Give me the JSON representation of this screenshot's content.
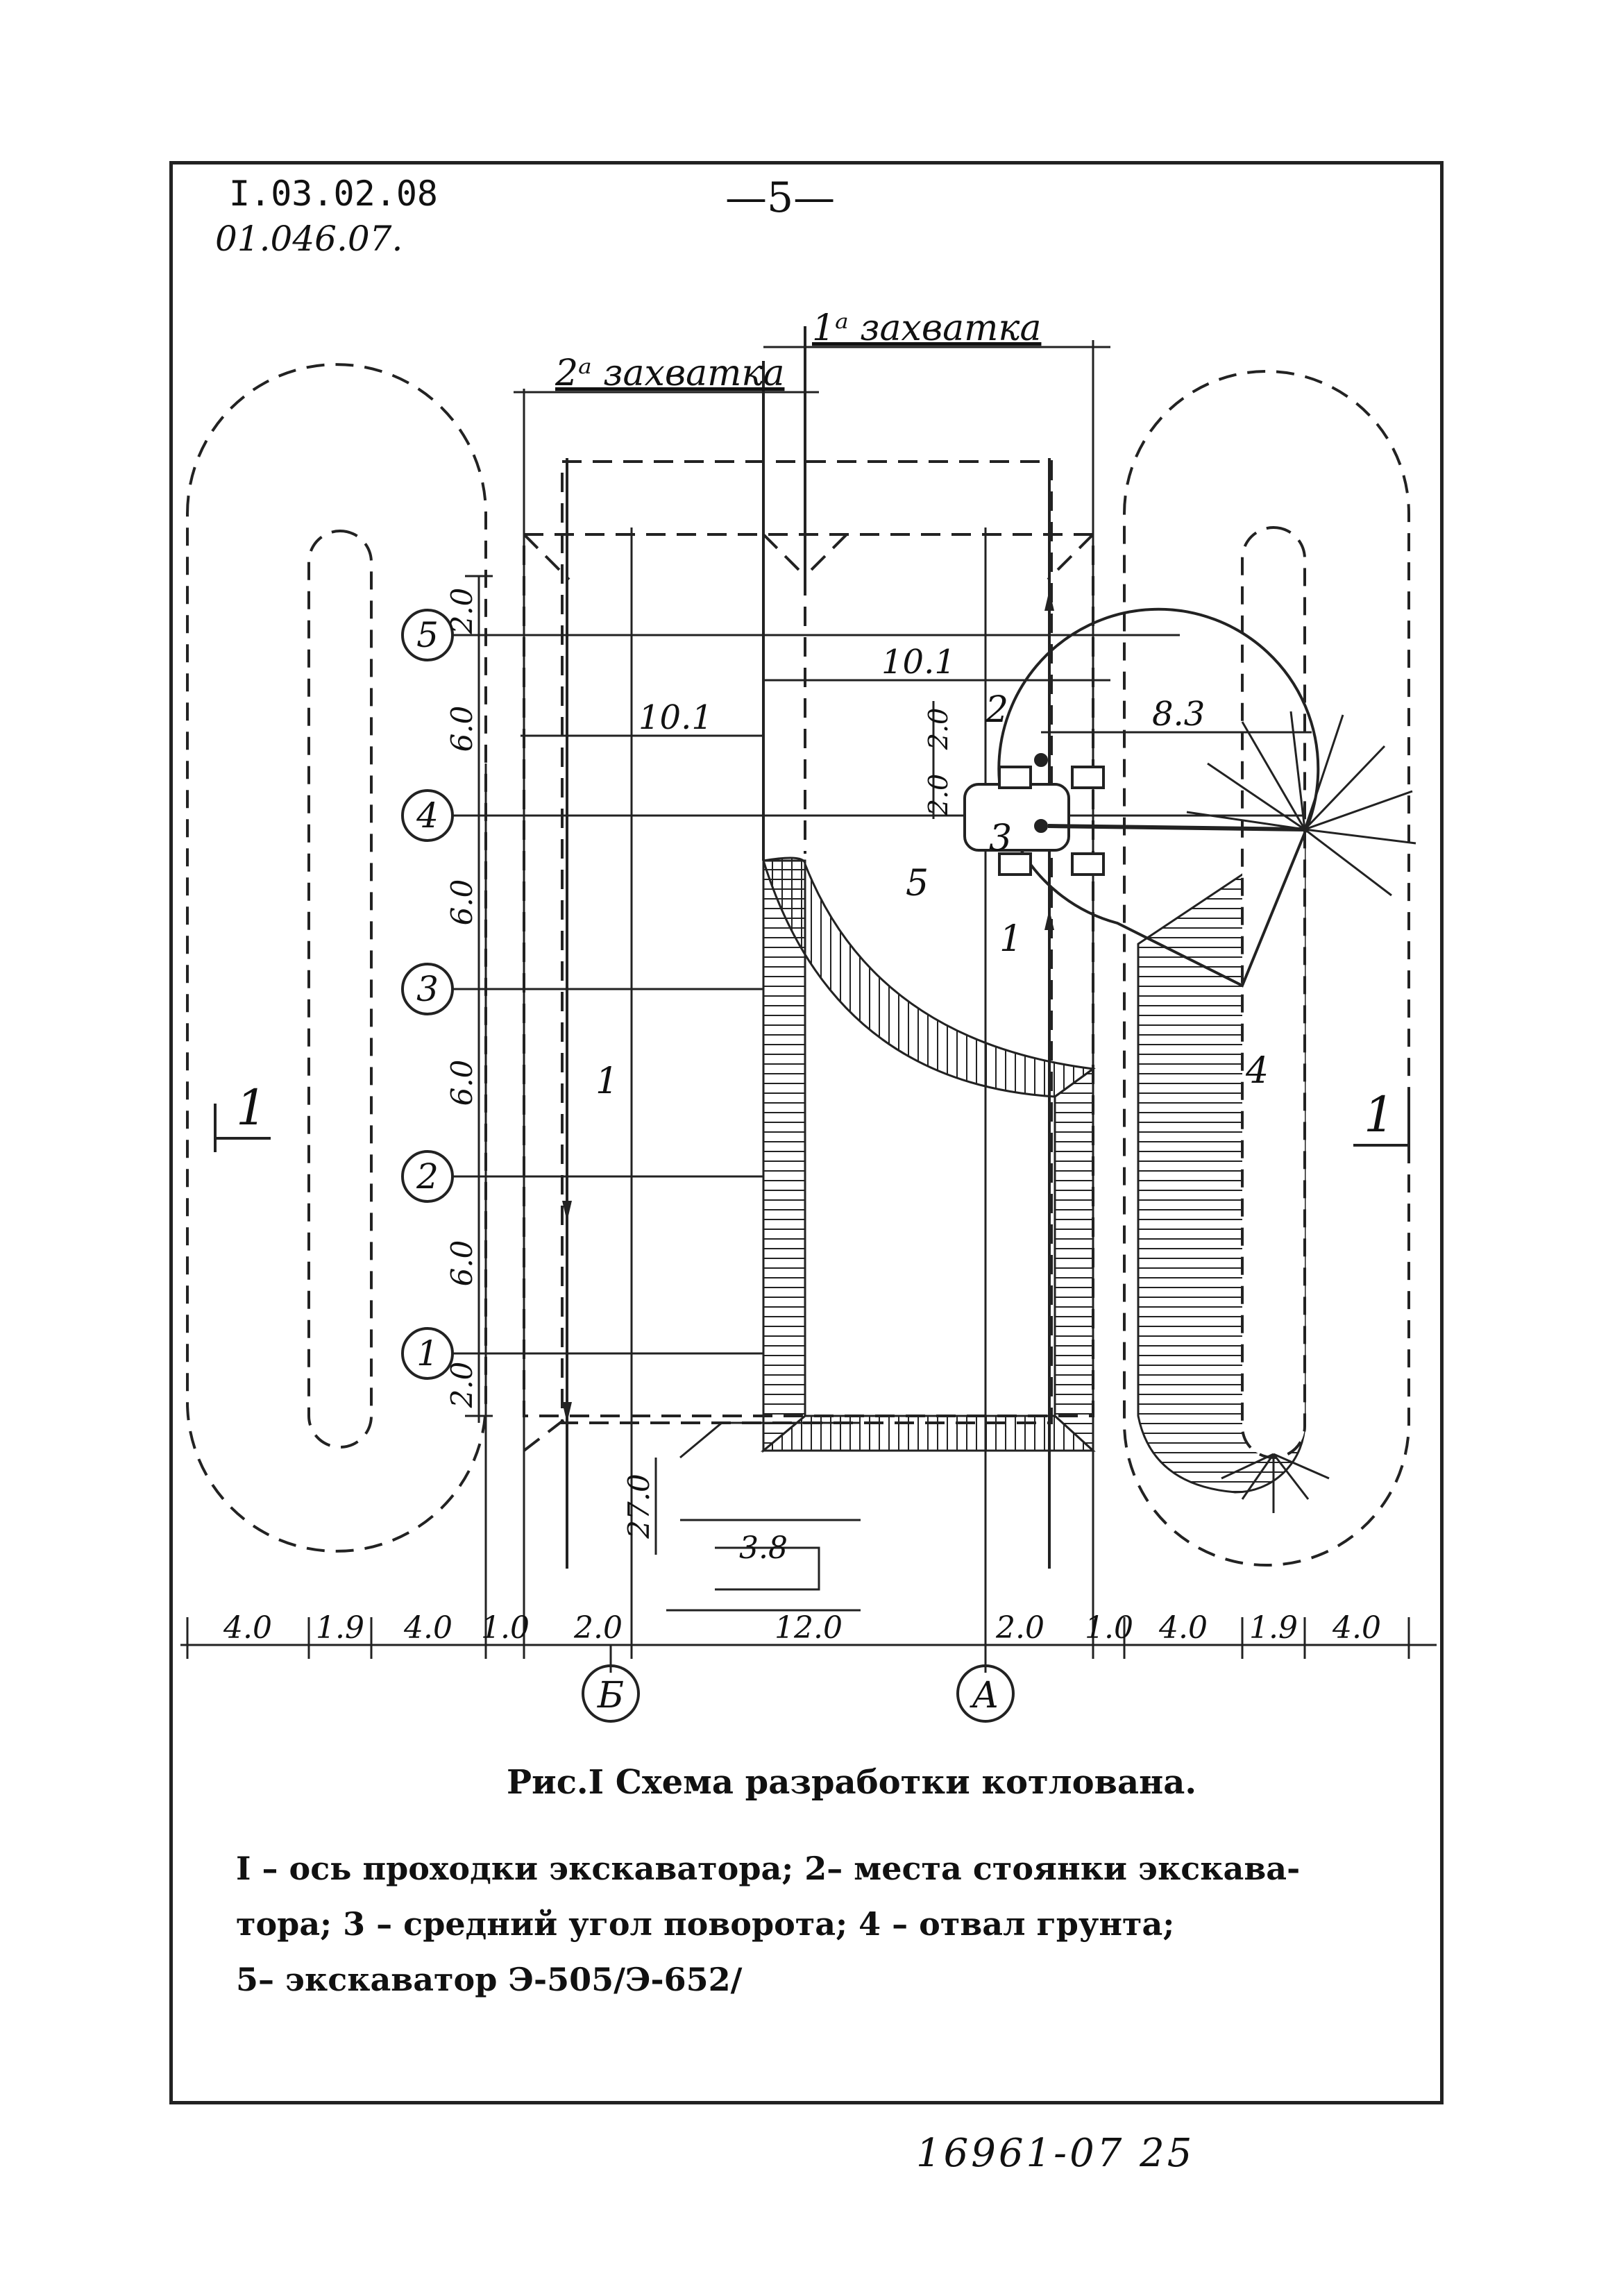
{
  "header": {
    "doc_code": "I.03.02.08",
    "doc_sub": "01.046.07.",
    "page_number": "—5—"
  },
  "stages": {
    "stage1": "1ᵃ захватка",
    "stage2": "2ᵃ захватка"
  },
  "axes": {
    "rows": [
      "1",
      "2",
      "3",
      "4",
      "5"
    ],
    "cols": [
      "Б",
      "А"
    ]
  },
  "vertical_dims": [
    "2.0",
    "6.0",
    "6.0",
    "6.0",
    "6.0",
    "2.0",
    "27.0"
  ],
  "horizontal_dims": [
    "4.0",
    "1.9",
    "4.0",
    "1.0",
    "2.0",
    "12.0",
    "2.0",
    "1.0",
    "4.0",
    "1.9",
    "4.0"
  ],
  "inner_dims": {
    "span_left": "10.1",
    "span_right": "10.1",
    "boom": "8.3",
    "ramp": "3.8",
    "exc_a": "2.0",
    "exc_b": "2.0"
  },
  "callouts": {
    "c1": "1",
    "c2": "2",
    "c3": "3",
    "c4": "4",
    "c5": "5",
    "section": "1"
  },
  "caption": "Рис.I Схема разработки котлована.",
  "legend": {
    "line1": "I – ось проходки экскаватора; 2– места стоянки экскава-",
    "line2": "тора; 3 – средний угол поворота; 4 – отвал грунта;",
    "line3": "5– экскаватор Э-505/Э-652/"
  },
  "footer": "16961-07   25"
}
